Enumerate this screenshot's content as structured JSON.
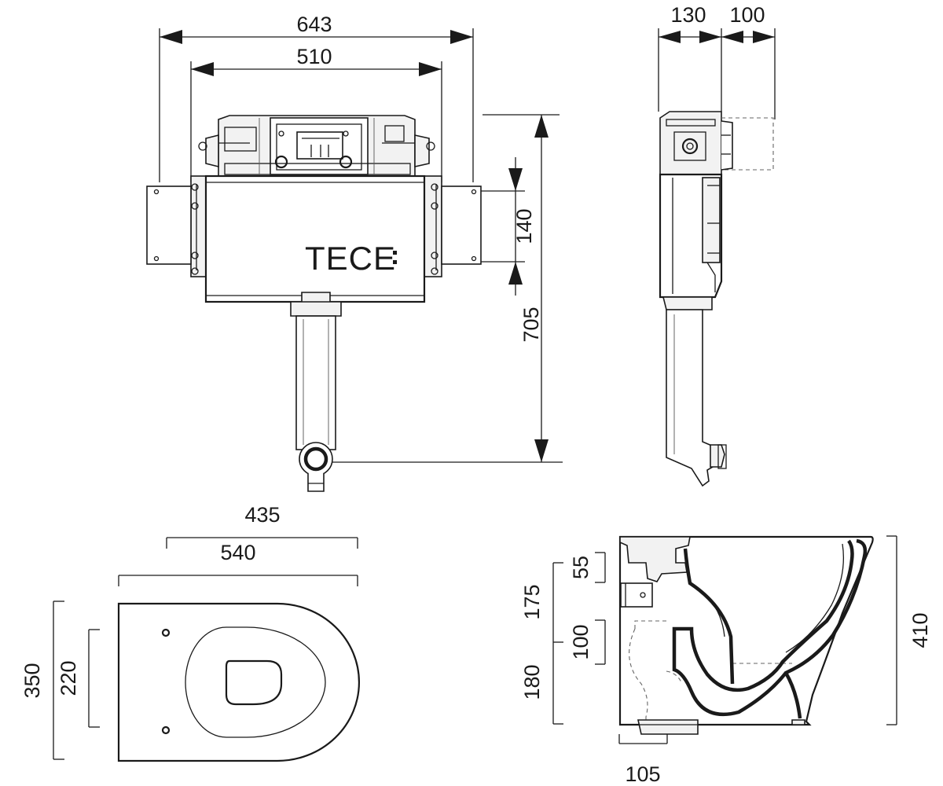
{
  "figure": {
    "logo_text": "TECE",
    "cistern_front": {
      "dims": {
        "overall_width": "643",
        "frame_width": "510",
        "bracket_height": "140",
        "total_height": "705"
      }
    },
    "cistern_side": {
      "dims": {
        "depth": "130",
        "offset": "100"
      }
    },
    "pan_top": {
      "dims": {
        "seat_length": "435",
        "overall_length": "540",
        "overall_width": "350",
        "fixing_spacing": "220"
      }
    },
    "pan_side": {
      "dims": {
        "inlet_height": "55",
        "inlet_offset": "175",
        "outlet_height": "100",
        "outlet_offset": "180",
        "overall_height": "410",
        "outlet_projection": "105"
      }
    }
  }
}
